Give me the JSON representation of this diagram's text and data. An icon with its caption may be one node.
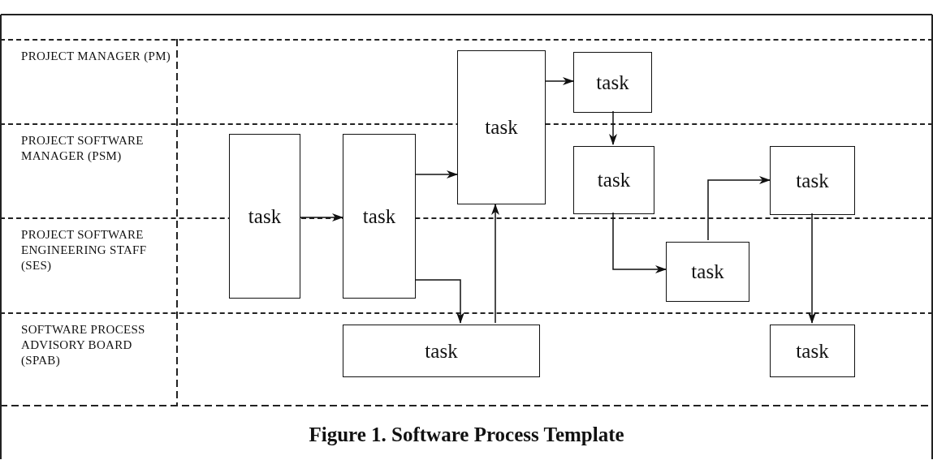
{
  "diagram": {
    "caption": "Figure 1.  Software Process Template",
    "nodes": [
      {
        "text": [
          "PROJECT MANAGER (PM)"
        ]
      },
      {
        "text": [
          "PROJECT SOFTWARE MANAGER (PSM)"
        ]
      },
      {
        "text": [
          "PROJECT SOFTWARE ENGINEERING STAFF (SES)"
        ]
      },
      {
        "text": [
          "SOFTWARE PROCESS ADVISORY BOARD (SPAB)"
        ]
      },
      {
        "text": [
          "task"
        ]
      },
      {
        "text": [
          "task"
        ]
      },
      {
        "text": [
          "task"
        ]
      },
      {
        "text": [
          "task"
        ],
        "in": 0
      },
      {
        "text": [
          "task"
        ],
        "in": 1
      },
      {
        "text": [
          "task"
        ],
        "in": 1
      },
      {
        "text": [
          "task"
        ],
        "in": 2
      },
      {
        "text": [
          "task"
        ],
        "in": 3
      },
      {
        "text": [
          "task"
        ],
        "in": 3
      }
    ],
    "edges": [
      {
        "from": 4,
        "to": 5,
        "arrow": "to"
      },
      {
        "from": 5,
        "to": 11,
        "arrow": "to"
      },
      {
        "from": 11,
        "to": 6,
        "arrow": "to"
      },
      {
        "from": 5,
        "to": 6,
        "arrow": "to"
      },
      {
        "from": 6,
        "to": 7,
        "arrow": "to"
      },
      {
        "from": 7,
        "to": 8,
        "arrow": "to"
      },
      {
        "from": 8,
        "to": 10,
        "arrow": "to"
      },
      {
        "from": 10,
        "to": 9,
        "arrow": "to"
      },
      {
        "from": 9,
        "to": 12,
        "arrow": "to"
      }
    ]
  }
}
